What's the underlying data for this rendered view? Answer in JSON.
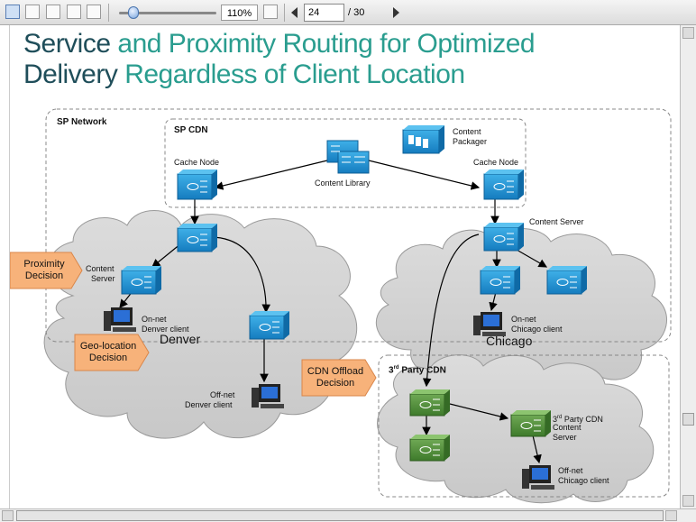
{
  "toolbar": {
    "zoom": "110%",
    "page_current": "24",
    "page_total": "/ 30"
  },
  "title": {
    "line1_dark": "Service",
    "line1_rest": " and Proximity Routing for Optimized",
    "line2_dark": "Delivery",
    "line2_rest": " Regardless of Client Location"
  },
  "labels": {
    "sp_network": "SP Network",
    "sp_cdn": "SP CDN",
    "cache_node": "Cache Node",
    "content_library": "Content Library",
    "content_packager_1": "Content",
    "content_packager_2": "Packager",
    "content_server": "Content Server",
    "content_server_1": "Content",
    "content_server_2": "Server",
    "onnet": "On-net",
    "denver_client": "Denver client",
    "denver": "Denver",
    "offnet": "Off-net",
    "chicago_client": "Chicago client",
    "chicago": "Chicago",
    "third_party_cdn_prefix": "3",
    "third_party_cdn_sup": "rd",
    "third_party_cdn_rest": " Party CDN",
    "tp_content_server_1_sup": "rd",
    "tp_content_server_1": " Party CDN",
    "tp_content_server_2": "Content",
    "tp_content_server_3": "Server"
  },
  "callouts": {
    "proximity_1": "Proximity",
    "proximity_2": "Decision",
    "geo_1": "Geo-location",
    "geo_2": "Decision",
    "cdn_offload_1": "CDN Offload",
    "cdn_offload_2": "Decision"
  },
  "colors": {
    "title_teal": "#2a9d8f",
    "title_dark": "#1f4e5a",
    "device_blue": "#1e8fcf",
    "device_green": "#4e8a3a",
    "callout_orange": "#f7b27a",
    "cloud_gray": "#d0d0d0"
  }
}
